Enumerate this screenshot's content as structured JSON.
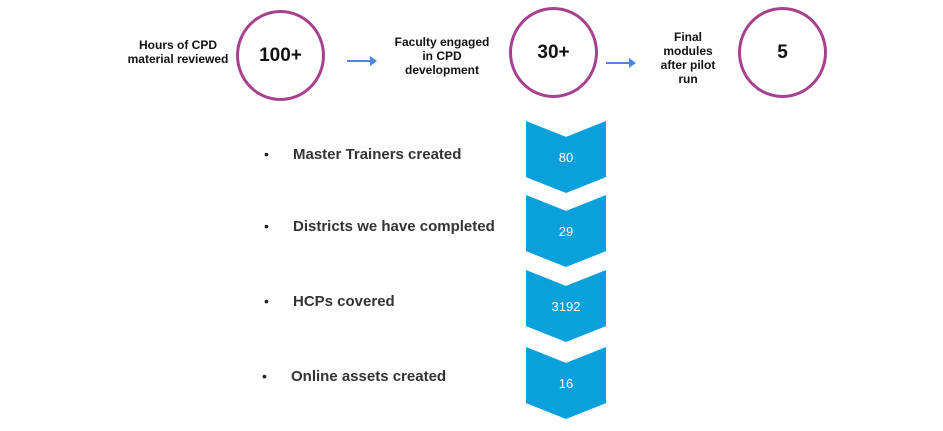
{
  "top_flow": [
    {
      "label": "Hours of CPD material reviewed",
      "value": "100+"
    },
    {
      "label": "Faculty engaged in CPD development",
      "value": "30+"
    },
    {
      "label": "Final modules after pilot run",
      "value": "5"
    }
  ],
  "metrics": [
    {
      "label": "Master Trainers created",
      "value": "80"
    },
    {
      "label": "Districts we have completed",
      "value": "29"
    },
    {
      "label": "HCPs covered",
      "value": "3192"
    },
    {
      "label": "Online assets created",
      "value": "16"
    }
  ],
  "bullet": "•",
  "colors": {
    "circle": "#a7408e",
    "chevron": "#0aa0dc",
    "arrow": "#4a86e8"
  }
}
